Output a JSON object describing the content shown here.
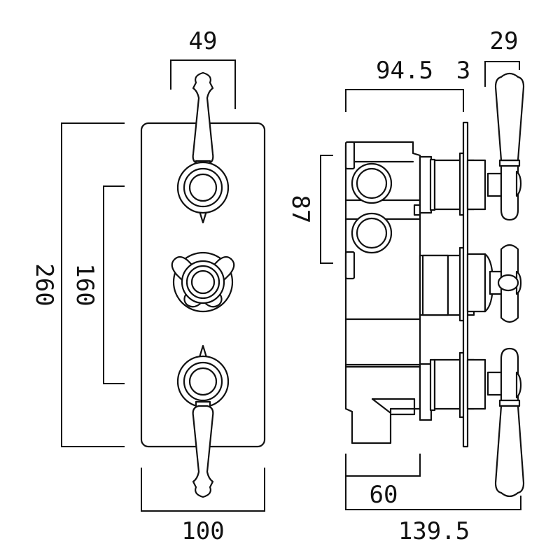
{
  "title": "Triple thermostatic shower valve dimension drawing",
  "dimensions": {
    "front_lever_width": "49",
    "front_height": "260",
    "front_valve_spacing": "160",
    "front_width": "100",
    "side_body_depth": "94.5",
    "side_plate_thickness": "3",
    "side_lever_depth": "29",
    "side_outlet_spacing": "87",
    "side_min_depth": "60",
    "side_total_depth": "139.5"
  },
  "colors": {
    "line": "#111111",
    "background": "#ffffff"
  }
}
